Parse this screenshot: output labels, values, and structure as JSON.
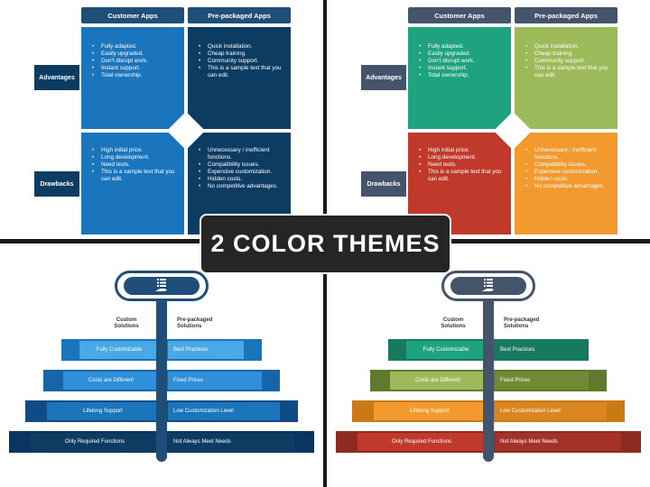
{
  "title": "2 COLOR THEMES",
  "slide1": {
    "col_left": "Customer Apps",
    "col_right": "Pre-packaged Apps",
    "row_top": "Advantages",
    "row_bottom": "Drawbacks",
    "adv_left": [
      "Fully adapted.",
      "Easily upgraded.",
      "Don't disrupt work.",
      "Instant support.",
      "Total ownership."
    ],
    "adv_right": [
      "Quick installation.",
      "Cheap training.",
      "Community support.",
      "This is a sample text that you can edit."
    ],
    "dis_left": [
      "High initial price.",
      "Long development.",
      "Need tests.",
      "This is a sample text that you can edit."
    ],
    "dis_right": [
      "Unnecessary / inefficient functions.",
      "Compatibility issues.",
      "Expensive customization.",
      "Hidden costs.",
      "No competitive advantages."
    ]
  },
  "slide2": {
    "col_left": "Custom Solutions",
    "col_right": "Pre-packaged Solutions",
    "left_items": [
      "Fully Customizable",
      "Costs are Different",
      "Lifelong Support",
      "Only Required Functions"
    ],
    "right_items": [
      "Best Practices",
      "Fixed Prices",
      "Low Customization Level",
      "Not Always Meet Needs"
    ]
  },
  "colors": {
    "blue_tab": "#1f4e79",
    "blue_adv_l": "#1b75bc",
    "blue_adv_r": "#0d3c63",
    "blue_dis_l": "#1b75bc",
    "blue_dis_r": "#0d3c63",
    "multi_tab": "#44546a",
    "multi_adv_l": "#1fa37f",
    "multi_adv_r": "#9cba5a",
    "multi_dis_l": "#c0392b",
    "multi_dis_r": "#f29a2e"
  }
}
